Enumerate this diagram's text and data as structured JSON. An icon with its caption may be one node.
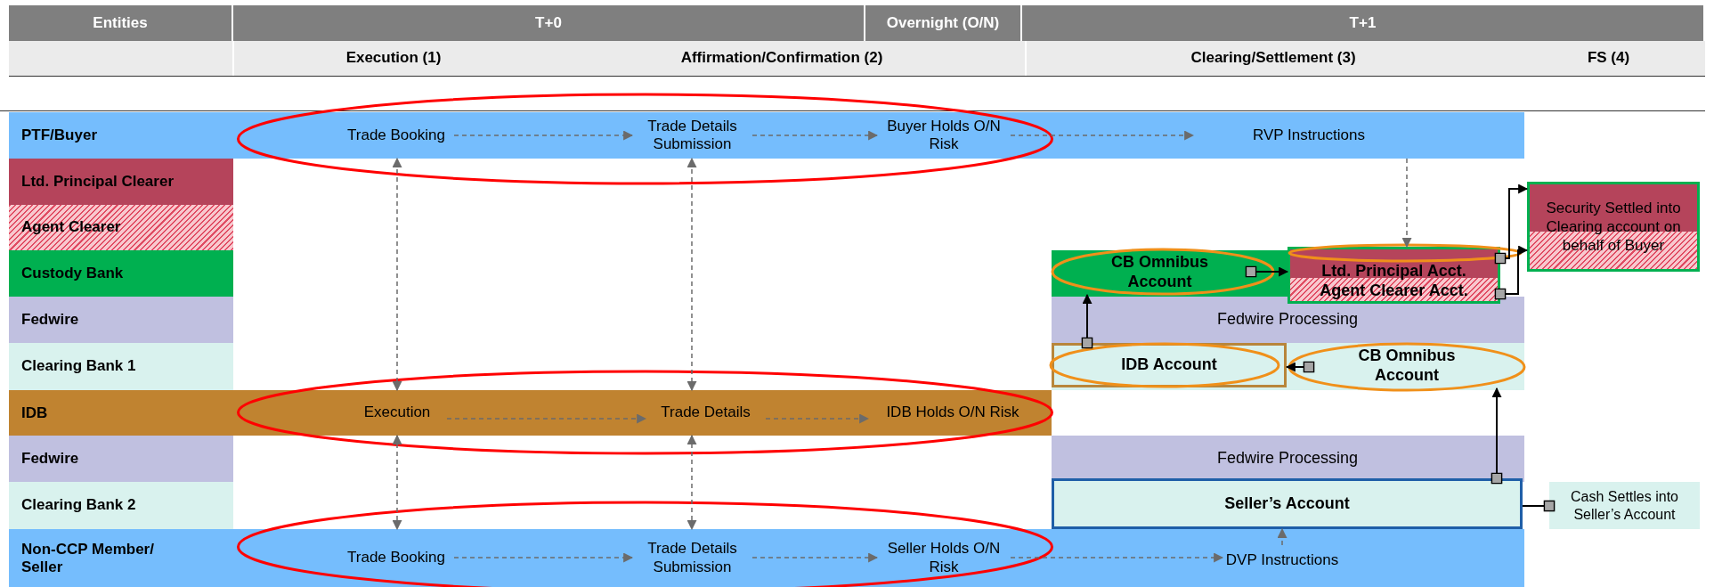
{
  "diagram": {
    "nodes": [
      {
        "text": [
          "PTF/Buyer"
        ]
      },
      {
        "text": [
          "Trade Booking"
        ],
        "in": 0
      },
      {
        "text": [
          "Trade Details Submission"
        ],
        "in": 0
      },
      {
        "text": [
          "Buyer Holds O/N Risk"
        ],
        "in": 0
      },
      {
        "text": [
          "RVP Instructions"
        ],
        "in": 0
      },
      {
        "text": [
          "Ltd. Principal Clearer"
        ]
      },
      {
        "text": [
          "Agent Clearer"
        ]
      },
      {
        "text": [
          "Custody Bank"
        ]
      },
      {
        "text": [
          "Fedwire"
        ]
      },
      {
        "text": [
          "Clearing Bank 1"
        ]
      },
      {
        "text": [
          "IDB"
        ]
      },
      {
        "text": [
          "Execution"
        ],
        "in": 10
      },
      {
        "text": [
          "Trade Details"
        ],
        "in": 10
      },
      {
        "text": [
          "IDB Holds O/N Risk"
        ],
        "in": 10
      },
      {
        "text": [
          "Fedwire"
        ]
      },
      {
        "text": [
          "Clearing Bank 2"
        ]
      },
      {
        "text": [
          "Non-CCP Member/ Seller"
        ]
      },
      {
        "text": [
          "Trade Booking"
        ],
        "in": 16
      },
      {
        "text": [
          "Trade Details Submission"
        ],
        "in": 16
      },
      {
        "text": [
          "Seller Holds O/N Risk"
        ],
        "in": 16
      },
      {
        "text": [
          "DVP Instructions"
        ],
        "in": 16
      },
      {
        "text": [
          "CB Omnibus Account"
        ]
      },
      {
        "text": [
          "Ltd. Principal Acct.",
          "Agent Clearer Acct."
        ]
      },
      {
        "text": [
          "Security Settled into Clearing account on behalf of Buyer"
        ]
      },
      {
        "text": [
          "Fedwire Processing"
        ]
      },
      {
        "text": [
          "IDB Account"
        ]
      },
      {
        "text": [
          "CB Omnibus Account"
        ]
      },
      {
        "text": [
          "Fedwire Processing"
        ]
      },
      {
        "text": [
          "Seller’s Account"
        ]
      },
      {
        "text": [
          "Cash Settles into Seller’s Account"
        ]
      }
    ],
    "edges": [
      {
        "from": 1,
        "to": 2,
        "arrow": "to",
        "style": "dashed"
      },
      {
        "from": 2,
        "to": 3,
        "arrow": "to",
        "style": "dashed"
      },
      {
        "from": 3,
        "to": 4,
        "arrow": "to",
        "style": "dashed"
      },
      {
        "from": 4,
        "to": 22,
        "arrow": "to",
        "style": "dashed"
      },
      {
        "from": 11,
        "to": 1,
        "arrow": "both",
        "style": "dashed"
      },
      {
        "from": 11,
        "to": 17,
        "arrow": "both",
        "style": "dashed"
      },
      {
        "from": 12,
        "to": 2,
        "arrow": "both",
        "style": "dashed"
      },
      {
        "from": 12,
        "to": 18,
        "arrow": "both",
        "style": "dashed"
      },
      {
        "from": 11,
        "to": 12,
        "arrow": "to",
        "style": "dashed"
      },
      {
        "from": 12,
        "to": 13,
        "arrow": "to",
        "style": "dashed"
      },
      {
        "from": 17,
        "to": 18,
        "arrow": "to",
        "style": "dashed"
      },
      {
        "from": 18,
        "to": 19,
        "arrow": "to",
        "style": "dashed"
      },
      {
        "from": 19,
        "to": 20,
        "arrow": "to",
        "style": "dashed"
      },
      {
        "from": 20,
        "to": 28,
        "arrow": "to",
        "style": "dashed"
      },
      {
        "from": 28,
        "to": 26,
        "arrow": "to",
        "color": "#000000"
      },
      {
        "from": 26,
        "to": 25,
        "arrow": "to",
        "color": "#000000"
      },
      {
        "from": 25,
        "to": 21,
        "arrow": "to",
        "color": "#000000"
      },
      {
        "from": 21,
        "to": 22,
        "arrow": "to",
        "color": "#000000"
      },
      {
        "from": 22,
        "to": 23,
        "arrow": "to",
        "color": "#000000"
      },
      {
        "from": 22,
        "to": 23,
        "arrow": "to",
        "color": "#000000"
      },
      {
        "from": 28,
        "to": 29,
        "arrow": "other",
        "color": "#000000"
      }
    ],
    "labels": [
      "Entities",
      "T+0",
      "Overnight (O/N)",
      "T+1",
      "Execution (1)",
      "Affirmation/Confirmation (2)",
      "Clearing/Settlement (3)",
      "FS (4)"
    ]
  }
}
